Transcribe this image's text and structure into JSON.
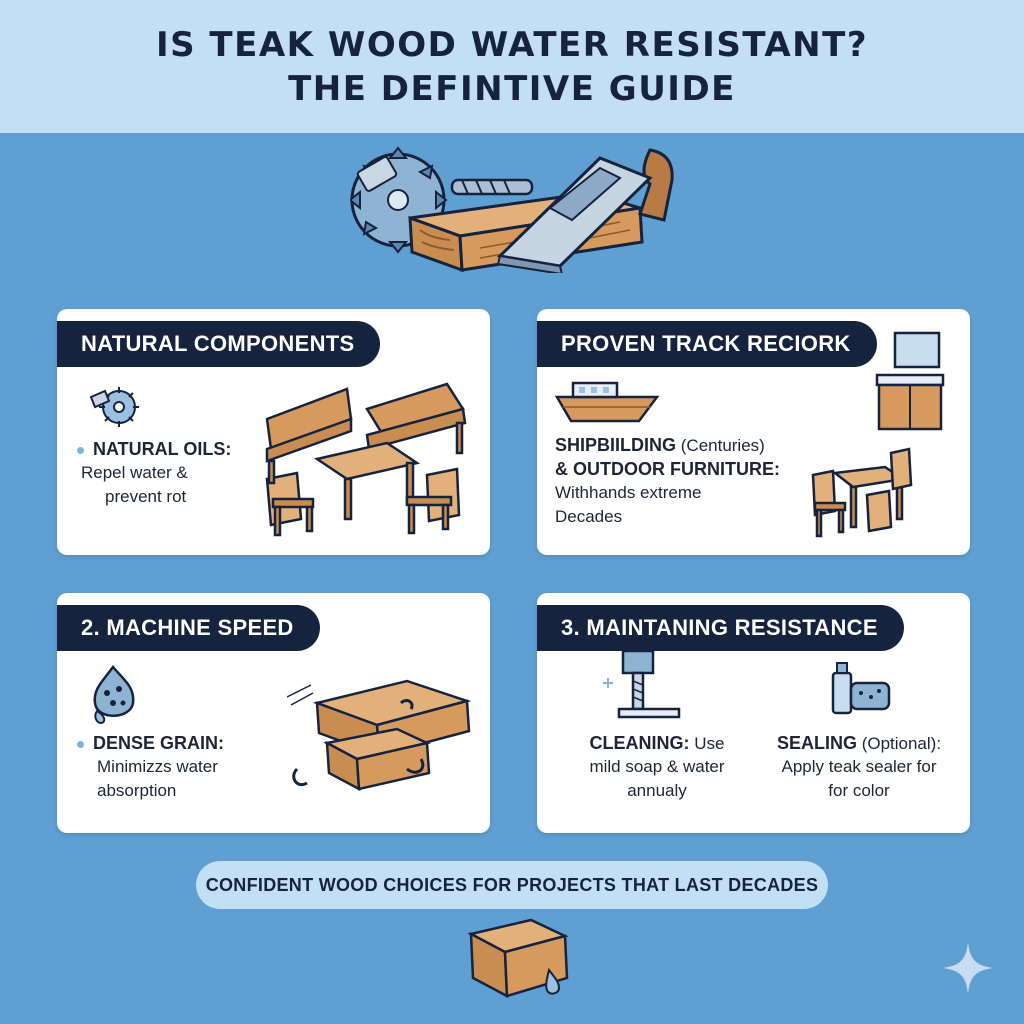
{
  "header": {
    "title_line1": "IS TEAK WOOD WATER RESISTANT?",
    "title_line2": "THE DEFINTIVE GUIDE"
  },
  "cards": [
    {
      "heading": "NATURAL COMPONENTS",
      "items": [
        {
          "label": "NATURAL OILS:",
          "text_lines": [
            "Repel water &",
            "prevent rot"
          ]
        }
      ],
      "icons": [
        "saw-gear-icon",
        "furniture-set-icon"
      ]
    },
    {
      "heading": "PROVEN TRACK RECIORK",
      "items": [
        {
          "label": "SHIPBIILDING",
          "label_note": "(Centuries)",
          "label2": "& OUTDOOR FURNITURE:",
          "text_lines": [
            "Withhands extreme",
            "Decades"
          ]
        }
      ],
      "icons": [
        "boat-icon",
        "vanity-icon",
        "dining-set-icon"
      ]
    },
    {
      "heading": "2. MACHINE SPEED",
      "items": [
        {
          "label": "DENSE GRAIN:",
          "text_lines": [
            "Minimizzs water",
            "absorption"
          ]
        }
      ],
      "icons": [
        "droplets-icon",
        "wood-joint-icon"
      ]
    },
    {
      "heading": "3. MAINTANING RESISTANCE",
      "items": [
        {
          "label": "CLEANING:",
          "label_tail": "Use",
          "text_lines": [
            "mild soap & water",
            "annualy"
          ]
        },
        {
          "label": "SEALING",
          "label_note": "(Optional):",
          "text_lines": [
            "Apply teak sealer for",
            "for color"
          ]
        }
      ],
      "icons": [
        "drill-icon",
        "sealer-bottle-icon",
        "sponge-icon"
      ]
    }
  ],
  "footer": {
    "pill_text": "CONFIDENT WOOD CHOICES FOR PROJECTS THAT LAST DECADES"
  },
  "colors": {
    "background": "#5f9fd1",
    "header_band": "#c3dff4",
    "navy": "#16233f",
    "wood": "#c98d52"
  }
}
